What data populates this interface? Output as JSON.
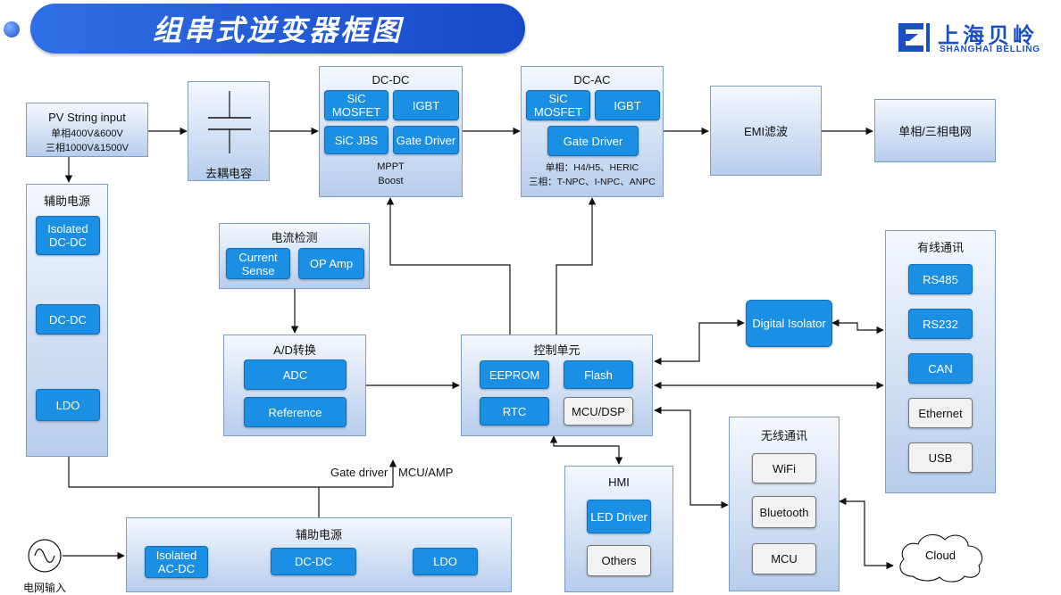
{
  "title": "组串式逆变器框图",
  "logo": {
    "cn": "上海贝岭",
    "en": "SHANGHAI BELLING"
  },
  "pv": {
    "title": "PV String input",
    "l1": "单相400V&600V",
    "l2": "三相1000V&1500V"
  },
  "decap": {
    "label": "去耦电容"
  },
  "dcdc": {
    "title": "DC-DC",
    "c1": "SiC MOSFET",
    "c2": "IGBT",
    "c3": "SiC JBS",
    "c4": "Gate Driver",
    "n1": "MPPT",
    "n2": "Boost"
  },
  "dcac": {
    "title": "DC-AC",
    "c1": "SiC MOSFET",
    "c2": "IGBT",
    "c3": "Gate Driver",
    "n1": "单相：H4/H5、HERIC",
    "n2": "三相：T-NPC、I-NPC、ANPC"
  },
  "emi": {
    "label": "EMI滤波"
  },
  "grid": {
    "label": "单相/三相电网"
  },
  "aux1": {
    "title": "辅助电源",
    "c1": "Isolated DC-DC",
    "c2": "DC-DC",
    "c3": "LDO"
  },
  "current": {
    "title": "电流检测",
    "c1": "Current Sense",
    "c2": "OP Amp"
  },
  "ad": {
    "title": "A/D转换",
    "c1": "ADC",
    "c2": "Reference"
  },
  "ctrl": {
    "title": "控制单元",
    "c1": "EEPROM",
    "c2": "Flash",
    "c3": "RTC",
    "c4": "MCU/DSP"
  },
  "iso": {
    "label": "Digital Isolator"
  },
  "wired": {
    "title": "有线通讯",
    "c1": "RS485",
    "c2": "RS232",
    "c3": "CAN",
    "c4": "Ethernet",
    "c5": "USB"
  },
  "hmi": {
    "title": "HMI",
    "c1": "LED Driver",
    "c2": "Others"
  },
  "wireless": {
    "title": "无线通讯",
    "c1": "WiFi",
    "c2": "Bluetooth",
    "c3": "MCU"
  },
  "cloud": {
    "label": "Cloud"
  },
  "aux2": {
    "title": "辅助电源",
    "c1": "Isolated AC-DC",
    "c2": "DC-DC",
    "c3": "LDO"
  },
  "grid_in": {
    "label": "电网输入"
  },
  "labels": {
    "gate": "Gate driver",
    "mcu": "MCU/AMP"
  }
}
